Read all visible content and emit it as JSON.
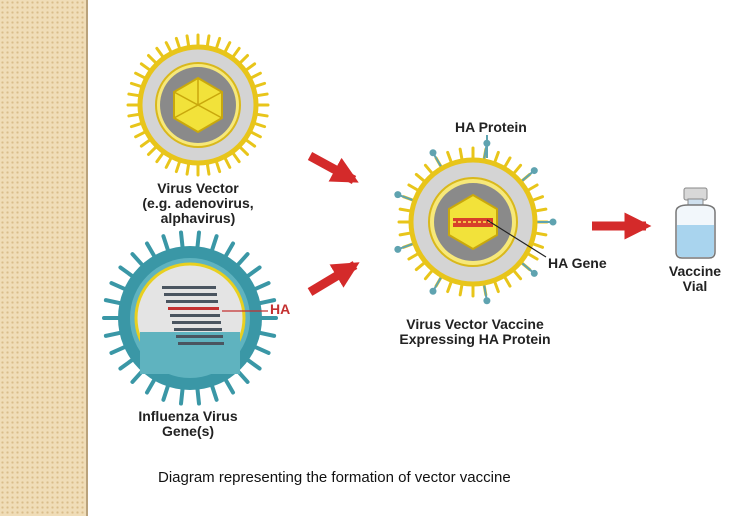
{
  "labels": {
    "virus_vector_line1": "Virus Vector",
    "virus_vector_line2": "(e.g. adenovirus,",
    "virus_vector_line3": "alphavirus)",
    "influenza_line1": "Influenza Virus",
    "influenza_line2": "Gene(s)",
    "ha_marker": "HA",
    "ha_protein": "HA Protein",
    "ha_gene": "HA Gene",
    "vaccine_line1": "Virus Vector Vaccine",
    "vaccine_line2": "Expressing HA Protein",
    "vial_line1": "Vaccine",
    "vial_line2": "Vial"
  },
  "caption": "Diagram representing the formation of vector vaccine",
  "icons": {
    "virus_vector": "virus-vector-icon",
    "influenza": "influenza-virus-icon",
    "vaccine_virus": "vector-vaccine-virus-icon",
    "vial": "vaccine-vial-icon",
    "arrow": "arrow-icon"
  },
  "colors": {
    "spike_yellow": "#e8c51a",
    "capsid_yellow": "#f2e23a",
    "shell_gray": "#d4d4d4",
    "core_gray": "#8a8a8a",
    "influenza_teal": "#3a97a6",
    "arrow_red": "#d42a2a",
    "ha_red": "#c43030",
    "vial_liquid": "#a9d4ee"
  }
}
